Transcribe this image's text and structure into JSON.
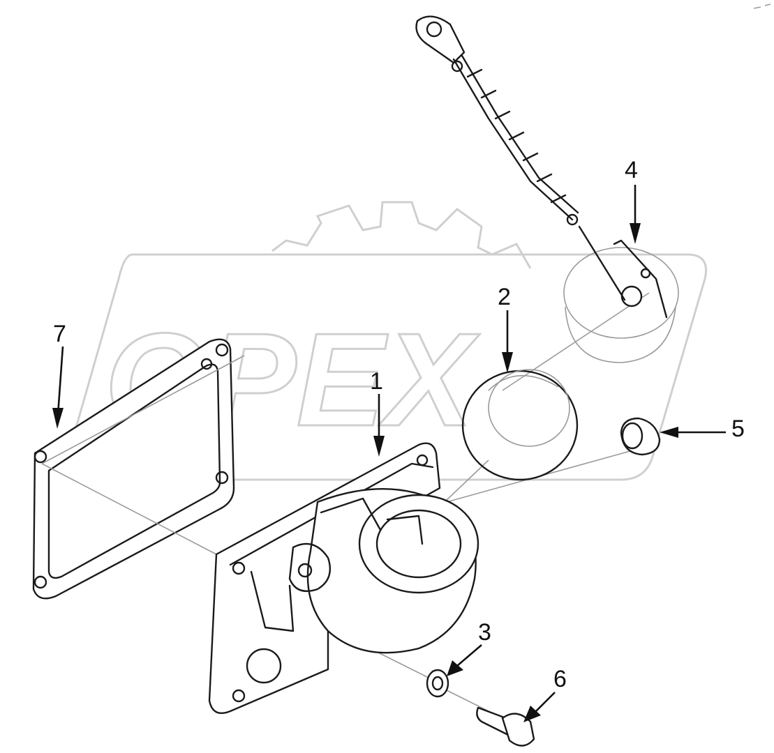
{
  "watermark": {
    "text": "OPEX"
  },
  "callouts": [
    {
      "id": "1",
      "label": "1"
    },
    {
      "id": "2",
      "label": "2"
    },
    {
      "id": "3",
      "label": "3"
    },
    {
      "id": "4",
      "label": "4"
    },
    {
      "id": "5",
      "label": "5"
    },
    {
      "id": "6",
      "label": "6"
    },
    {
      "id": "7",
      "label": "7"
    }
  ],
  "colors": {
    "line": "#1a1a1a",
    "watermark": "#cfcfcf",
    "background": "#ffffff"
  }
}
